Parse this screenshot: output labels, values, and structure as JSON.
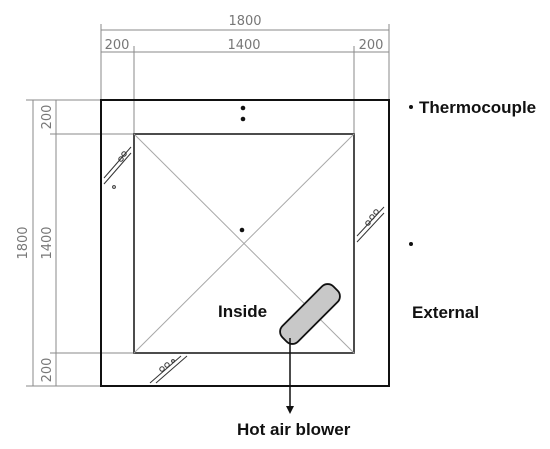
{
  "dimensions": {
    "top_total": "1800",
    "top_left": "200",
    "top_middle": "1400",
    "top_right": "200",
    "left_total": "1800",
    "left_top": "200",
    "left_middle": "1400",
    "left_bottom": "200"
  },
  "legend": {
    "thermocouple": "Thermocouple"
  },
  "labels": {
    "inside": "Inside",
    "external": "External",
    "hot_air_blower": "Hot air blower"
  },
  "colors": {
    "line": "#111111",
    "dimension": "#888888",
    "blower_fill": "#c8c8c8",
    "diagonal": "#aaaaaa"
  }
}
